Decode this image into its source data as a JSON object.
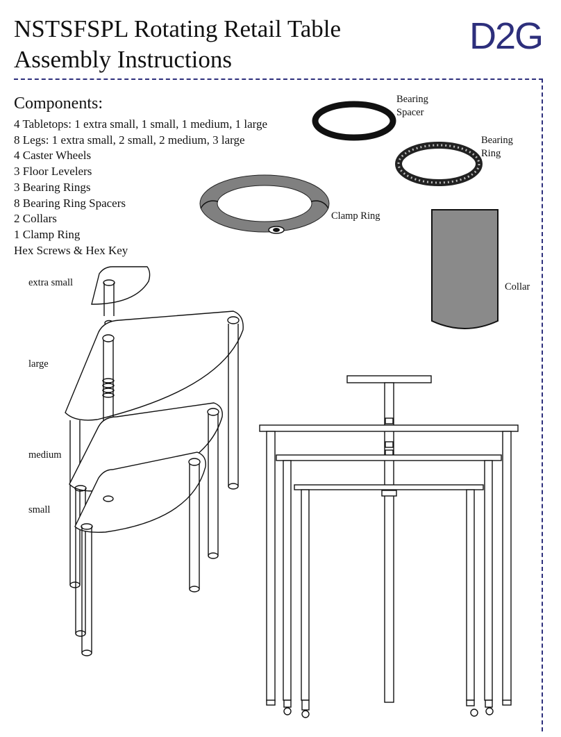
{
  "title_line1": "NSTSFSPL Rotating Retail Table",
  "title_line2": "Assembly Instructions",
  "logo": "D2G",
  "colors": {
    "brand": "#2d2f7c",
    "line": "#111111",
    "ring_gray": "#808080",
    "collar_gray": "#8a8a8a"
  },
  "components": {
    "heading": "Components:",
    "items": [
      "4 Tabletops: 1 extra small, 1 small, 1 medium, 1 large",
      "8 Legs: 1 extra small, 2 small, 2 medium, 3 large",
      "4 Caster Wheels",
      "3 Floor Levelers",
      "3 Bearing Rings",
      "8 Bearing Ring Spacers",
      "2 Collars",
      "1 Clamp Ring",
      "Hex Screws & Hex Key"
    ]
  },
  "parts": {
    "bearing_spacer_line1": "Bearing",
    "bearing_spacer_line2": "Spacer",
    "bearing_ring_line1": "Bearing",
    "bearing_ring_line2": "Ring",
    "clamp_ring": "Clamp Ring",
    "collar": "Collar"
  },
  "tabletops": {
    "extra_small": "extra small",
    "large": "large",
    "medium": "medium",
    "small": "small"
  }
}
